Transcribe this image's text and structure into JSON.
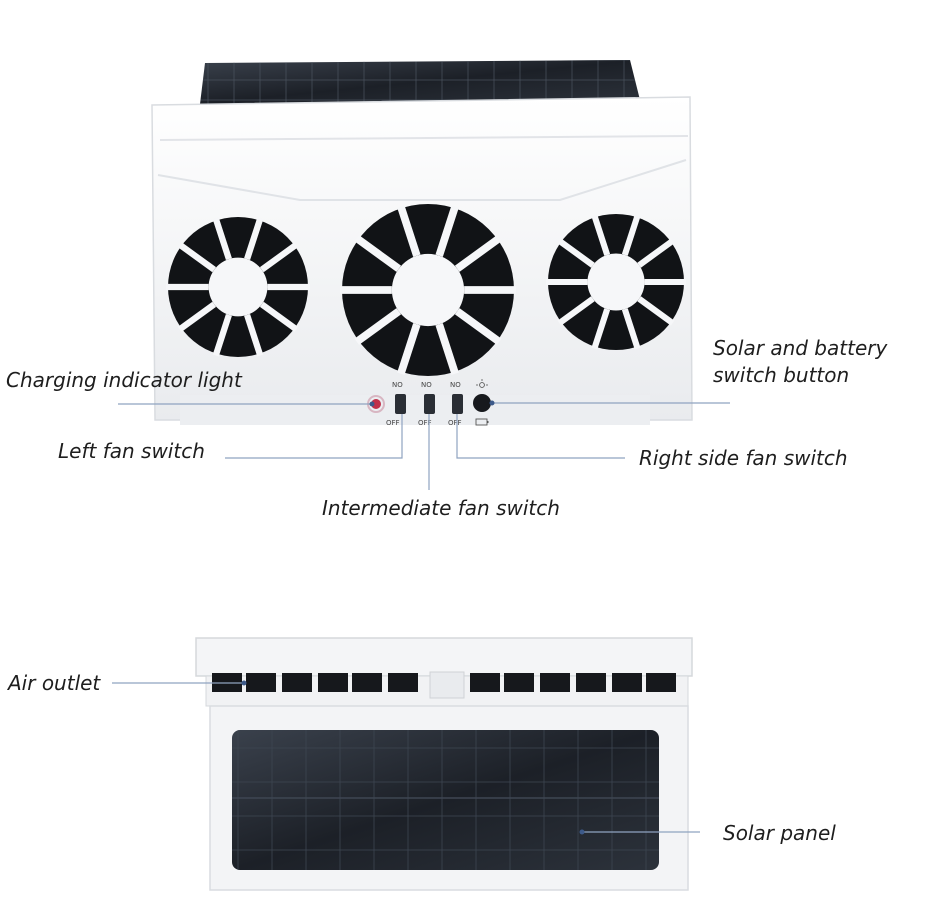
{
  "labels": {
    "charging_indicator": "Charging indicator light",
    "solar_battery_line1": "Solar and battery",
    "solar_battery_line2": "switch button",
    "left_fan": "Left fan switch",
    "right_fan": "Right side fan switch",
    "intermediate_fan": "Intermediate fan switch",
    "air_outlet": "Air outlet",
    "solar_panel": "Solar panel"
  },
  "switch_marks": {
    "on": "NO",
    "off": "OFF"
  },
  "icons": [
    "sun-icon",
    "battery-icon"
  ],
  "colors": {
    "callout_line": "#8fa3c0",
    "callout_dot": "#3d5a8a",
    "device_body": "#f2f3f5",
    "solar_cell": "#20252c",
    "indicator_led": "#c0304a"
  }
}
